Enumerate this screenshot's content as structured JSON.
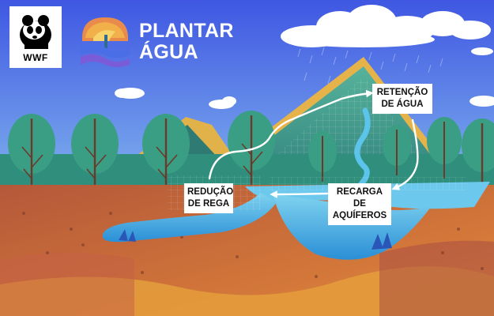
{
  "brand": {
    "logo_text": "WWF",
    "title_line1": "PLANTAR",
    "title_line2": "ÁGUA"
  },
  "labels": {
    "retencao": {
      "line1": "RETENÇÃO",
      "line2": "DE ÁGUA"
    },
    "recarga": {
      "line1": "RECARGA DE",
      "line2": "AQUÍFEROS"
    },
    "reducao": {
      "line1": "REDUÇÃO",
      "line2": "DE REGA"
    }
  },
  "colors": {
    "sky_top": "#4a66e8",
    "sky_bottom": "#73a4ec",
    "soil": "#c46a3a",
    "water": "#4fb9e4",
    "mountain": "#3f9a86",
    "tree": "#2f8f7c",
    "arrow": "#ffffff"
  },
  "icons": [
    "panda-icon",
    "plant-water-logo-icon",
    "cloud-icon",
    "tree-icon",
    "cycle-arrow-icon"
  ]
}
